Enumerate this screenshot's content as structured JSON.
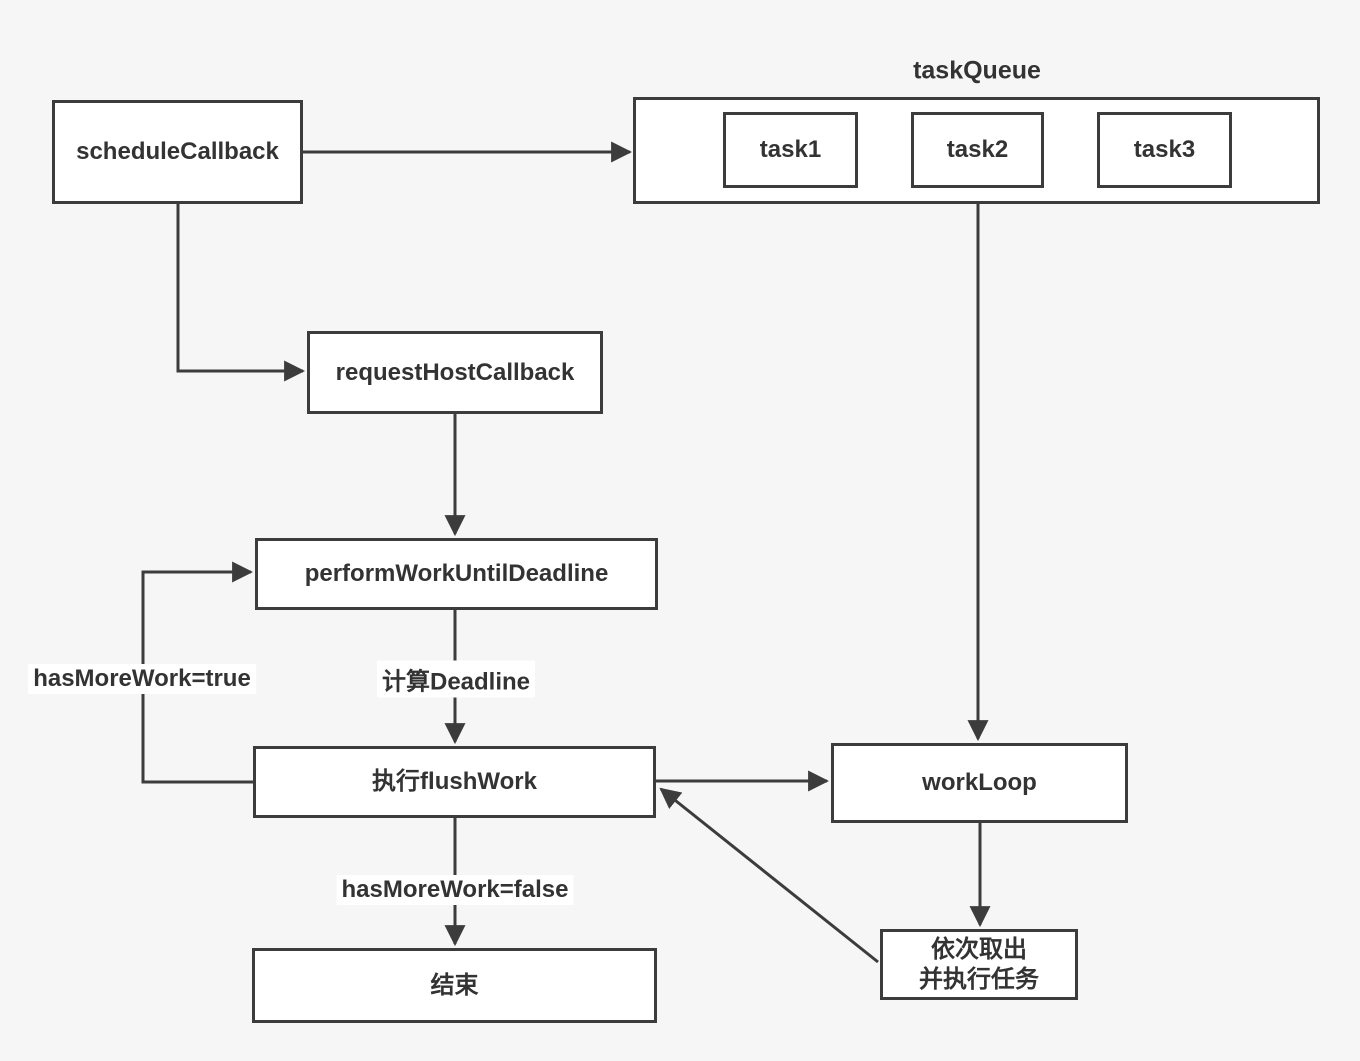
{
  "colors": {
    "background": "#f6f6f7",
    "box_fill": "#ffffff",
    "stroke": "#3c3c3c",
    "text": "#333333"
  },
  "nodes": {
    "schedule_callback": {
      "label": "scheduleCallback"
    },
    "task_queue": {
      "title": "taskQueue",
      "tasks": [
        "task1",
        "task2",
        "task3"
      ]
    },
    "request_host_callback": {
      "label": "requestHostCallback"
    },
    "perform_work_until_deadline": {
      "label": "performWorkUntilDeadline"
    },
    "flush_work": {
      "label": "执行flushWork"
    },
    "work_loop": {
      "label": "workLoop"
    },
    "dequeue_task": {
      "line1": "依次取出",
      "line2": "并执行任务"
    },
    "end": {
      "label": "结束"
    }
  },
  "edge_labels": {
    "has_more_work_true": "hasMoreWork=true",
    "compute_deadline": "计算Deadline",
    "has_more_work_false": "hasMoreWork=false"
  }
}
